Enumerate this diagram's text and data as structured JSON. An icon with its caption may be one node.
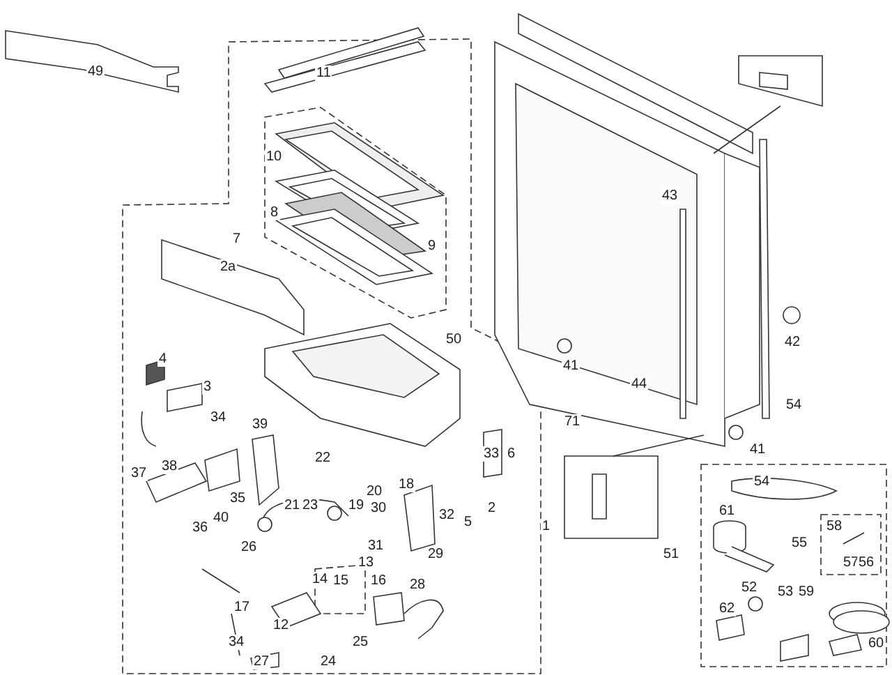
{
  "diagram": {
    "labels": [
      "49",
      "11",
      "10",
      "43",
      "8",
      "7",
      "9",
      "2a",
      "50",
      "42",
      "4",
      "41",
      "3",
      "44",
      "34",
      "54",
      "39",
      "71",
      "41",
      "22",
      "33",
      "6",
      "37",
      "38",
      "20",
      "18",
      "54",
      "35",
      "21",
      "23",
      "19",
      "30",
      "2",
      "61",
      "36",
      "40",
      "32",
      "5",
      "1",
      "58",
      "26",
      "31",
      "29",
      "51",
      "55",
      "13",
      "57",
      "56",
      "14",
      "15",
      "16",
      "28",
      "52",
      "53",
      "59",
      "17",
      "62",
      "12",
      "34",
      "25",
      "60",
      "27",
      "24"
    ]
  }
}
